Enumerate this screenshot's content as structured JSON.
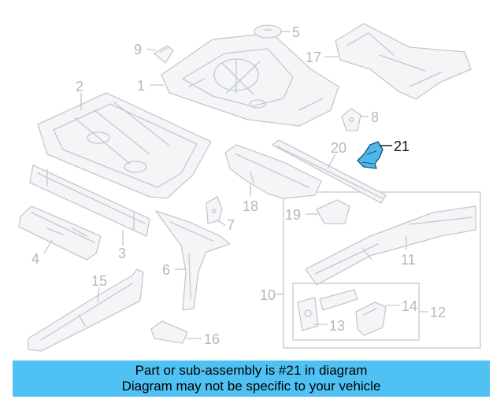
{
  "diagram": {
    "highlight_color": "#4fb8e8",
    "part_color": "#c4c8cf",
    "callouts": [
      "1",
      "2",
      "3",
      "4",
      "5",
      "6",
      "7",
      "8",
      "9",
      "10",
      "11",
      "12",
      "13",
      "14",
      "15",
      "16",
      "17",
      "18",
      "19",
      "20",
      "21"
    ],
    "highlighted": "21"
  },
  "banner": {
    "background": "#4fc1f3",
    "line1": "Part or sub-assembly is #21 in diagram",
    "line2": "Diagram may not be specific to your vehicle"
  }
}
